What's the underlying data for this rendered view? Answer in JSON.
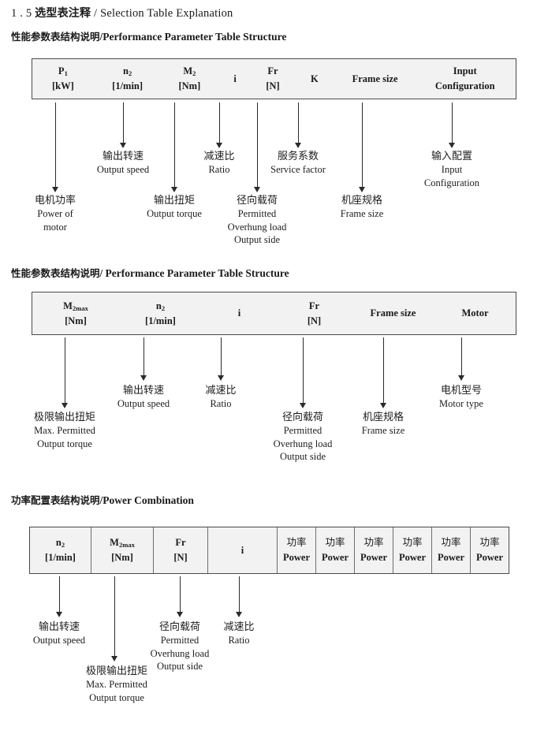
{
  "document": {
    "title_number": "1 . 5",
    "title_cn": "选型表注释",
    "title_sep": "/",
    "title_en": "Selection Table Explanation"
  },
  "sections": [
    {
      "heading_cn": "性能参数表结构说明",
      "heading_sep": "/",
      "heading_en": "Performance Parameter Table Structure",
      "columns": [
        {
          "symbol": "P",
          "sub": "1",
          "unit": "[kW]"
        },
        {
          "symbol": "n",
          "sub": "2",
          "unit": "[1/min]"
        },
        {
          "symbol": "M",
          "sub": "2",
          "unit": "[Nm]"
        },
        {
          "symbol": "i",
          "sub": "",
          "unit": ""
        },
        {
          "symbol": "Fr",
          "sub": "",
          "unit": "[N]"
        },
        {
          "symbol": "K",
          "sub": "",
          "unit": ""
        },
        {
          "symbol": "Frame size",
          "sub": "",
          "unit": ""
        },
        {
          "symbol": "Input",
          "sub": "",
          "unit": "Configuration"
        }
      ],
      "annotations": [
        {
          "cn": "电机功率",
          "en": [
            "Power of",
            "motor"
          ]
        },
        {
          "cn": "输出转速",
          "en": [
            "Output speed"
          ]
        },
        {
          "cn": "输出扭矩",
          "en": [
            "Output torque"
          ]
        },
        {
          "cn": "减速比",
          "en": [
            "Ratio"
          ]
        },
        {
          "cn": "径向载荷",
          "en": [
            "Permitted",
            "Overhung load",
            "Output side"
          ]
        },
        {
          "cn": "服务系数",
          "en": [
            "Service factor"
          ]
        },
        {
          "cn": "机座规格",
          "en": [
            "Frame size"
          ]
        },
        {
          "cn": "输入配置",
          "en": [
            "Input",
            "Configuration"
          ]
        }
      ]
    },
    {
      "heading_cn": "性能参数表结构说明",
      "heading_sep": "/",
      "heading_en": "Performance Parameter Table Structure",
      "columns": [
        {
          "symbol": "M",
          "sub": "2max",
          "unit": "[Nm]"
        },
        {
          "symbol": "n",
          "sub": "2",
          "unit": "[1/min]"
        },
        {
          "symbol": "i",
          "sub": "",
          "unit": ""
        },
        {
          "symbol": "Fr",
          "sub": "",
          "unit": "[N]"
        },
        {
          "symbol": "Frame size",
          "sub": "",
          "unit": ""
        },
        {
          "symbol": "Motor",
          "sub": "",
          "unit": ""
        }
      ],
      "annotations": [
        {
          "cn": "极限输出扭矩",
          "en": [
            "Max. Permitted",
            "Output  torque"
          ]
        },
        {
          "cn": "输出转速",
          "en": [
            "Output speed"
          ]
        },
        {
          "cn": "减速比",
          "en": [
            "Ratio"
          ]
        },
        {
          "cn": "径向载荷",
          "en": [
            "Permitted",
            "Overhung load",
            "Output side"
          ]
        },
        {
          "cn": "机座规格",
          "en": [
            "Frame size"
          ]
        },
        {
          "cn": "电机型号",
          "en": [
            "Motor type"
          ]
        }
      ]
    },
    {
      "heading_cn": "功率配置表结构说明",
      "heading_sep": "/",
      "heading_en": "Power Combination",
      "columns": [
        {
          "symbol": "n",
          "sub": "2",
          "unit": "[1/min]"
        },
        {
          "symbol": "M",
          "sub": "2max",
          "unit": "[Nm]"
        },
        {
          "symbol": "Fr",
          "sub": "",
          "unit": "[N]"
        },
        {
          "symbol": "i",
          "sub": "",
          "unit": ""
        },
        {
          "symbol": "功率",
          "sub": "",
          "unit": "Power"
        },
        {
          "symbol": "功率",
          "sub": "",
          "unit": "Power"
        },
        {
          "symbol": "功率",
          "sub": "",
          "unit": "Power"
        },
        {
          "symbol": "功率",
          "sub": "",
          "unit": "Power"
        },
        {
          "symbol": "功率",
          "sub": "",
          "unit": "Power"
        },
        {
          "symbol": "功率",
          "sub": "",
          "unit": "Power"
        }
      ],
      "annotations": [
        {
          "cn": "输出转速",
          "en": [
            "Output speed"
          ]
        },
        {
          "cn": "极限输出扭矩",
          "en": [
            "Max. Permitted",
            "Output  torque"
          ]
        },
        {
          "cn": "径向载荷",
          "en": [
            "Permitted",
            "Overhung load",
            "Output side"
          ]
        },
        {
          "cn": "减速比",
          "en": [
            "Ratio"
          ]
        }
      ]
    }
  ],
  "colors": {
    "table_fill": "#f2f2f2",
    "table_border": "#4a4a4a",
    "arrow": "#2b2b2b",
    "text": "#1a1a1a"
  }
}
